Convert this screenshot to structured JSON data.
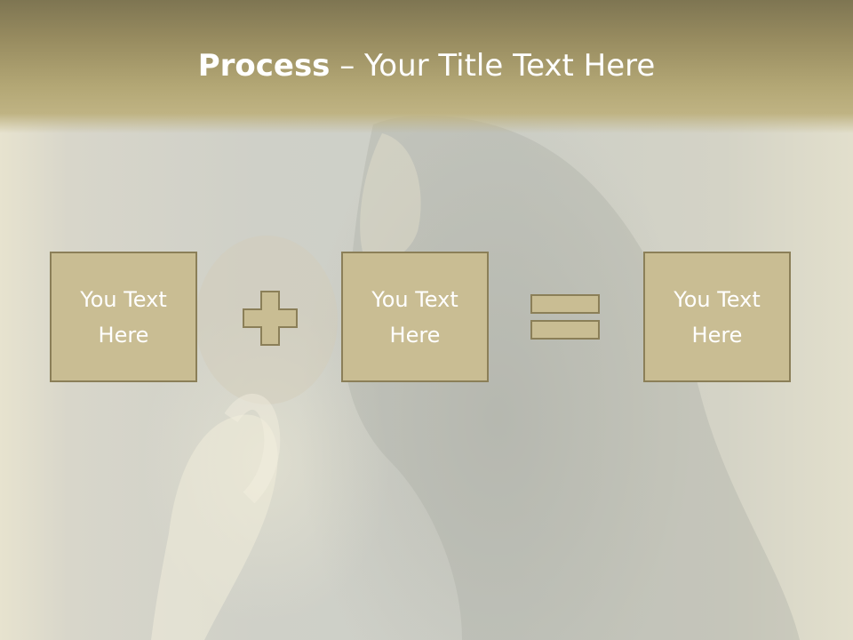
{
  "slide": {
    "title_bold": "Process",
    "title_rest": " – Your Title Text Here"
  },
  "process": {
    "boxes": [
      {
        "label": "You Text\nHere"
      },
      {
        "label": "You Text\nHere"
      },
      {
        "label": "You Text\nHere"
      }
    ],
    "operators": [
      "plus-icon",
      "equals-icon"
    ]
  },
  "colors": {
    "title_band": "#988c60",
    "box_fill": "#c9bd93",
    "box_border": "#8b7f58",
    "text": "#ffffff"
  }
}
